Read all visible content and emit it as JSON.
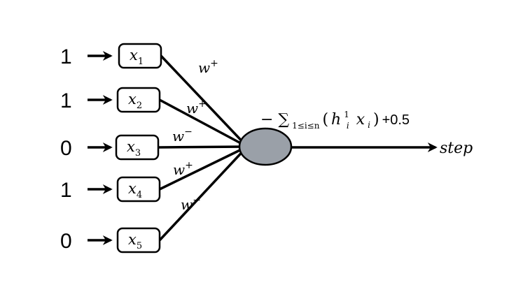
{
  "inputs": [
    {
      "value": "1",
      "var": "x",
      "index": "1",
      "weight": "w",
      "sign": "+"
    },
    {
      "value": "1",
      "var": "x",
      "index": "2",
      "weight": "w",
      "sign": "+"
    },
    {
      "value": "0",
      "var": "x",
      "index": "3",
      "weight": "w",
      "sign": "−"
    },
    {
      "value": "1",
      "var": "x",
      "index": "4",
      "weight": "w",
      "sign": "+"
    },
    {
      "value": "0",
      "var": "x",
      "index": "5",
      "weight": "w",
      "sign": "−"
    }
  ],
  "neuron": {
    "color": "#9aa0a8",
    "formula": {
      "neg_sum": "− ∑",
      "range": "1≤i≤n",
      "open": "(",
      "h": "h",
      "h_sup": "1",
      "h_sub": "i",
      "x": "x",
      "x_sub": "i",
      "close": ")",
      "bias": "+0.5"
    }
  },
  "output": {
    "label": "step"
  }
}
